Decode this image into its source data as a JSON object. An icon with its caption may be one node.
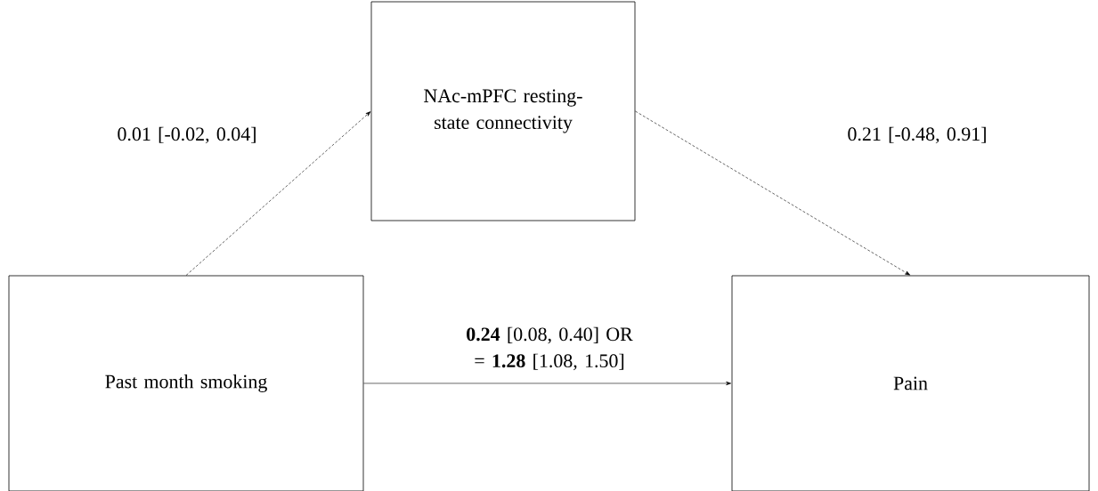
{
  "diagram": {
    "nodes": [
      {
        "text": [
          "NAc-mPFC resting-state connectivity"
        ]
      },
      {
        "text": [
          "Past month smoking"
        ]
      },
      {
        "text": [
          "Pain"
        ]
      }
    ],
    "edges": [
      {
        "from": 1,
        "to": 0,
        "arrow": "to",
        "style": "dashed",
        "label": "0.01 [-0.02, 0.04]"
      },
      {
        "from": 0,
        "to": 2,
        "arrow": "to",
        "style": "dashed",
        "label": "0.21 [-0.48, 0.91]"
      },
      {
        "from": 1,
        "to": 2,
        "arrow": "to",
        "label": "**0.24** [0.08, 0.40] OR = **1.28** [1.08, 1.50]"
      }
    ]
  }
}
